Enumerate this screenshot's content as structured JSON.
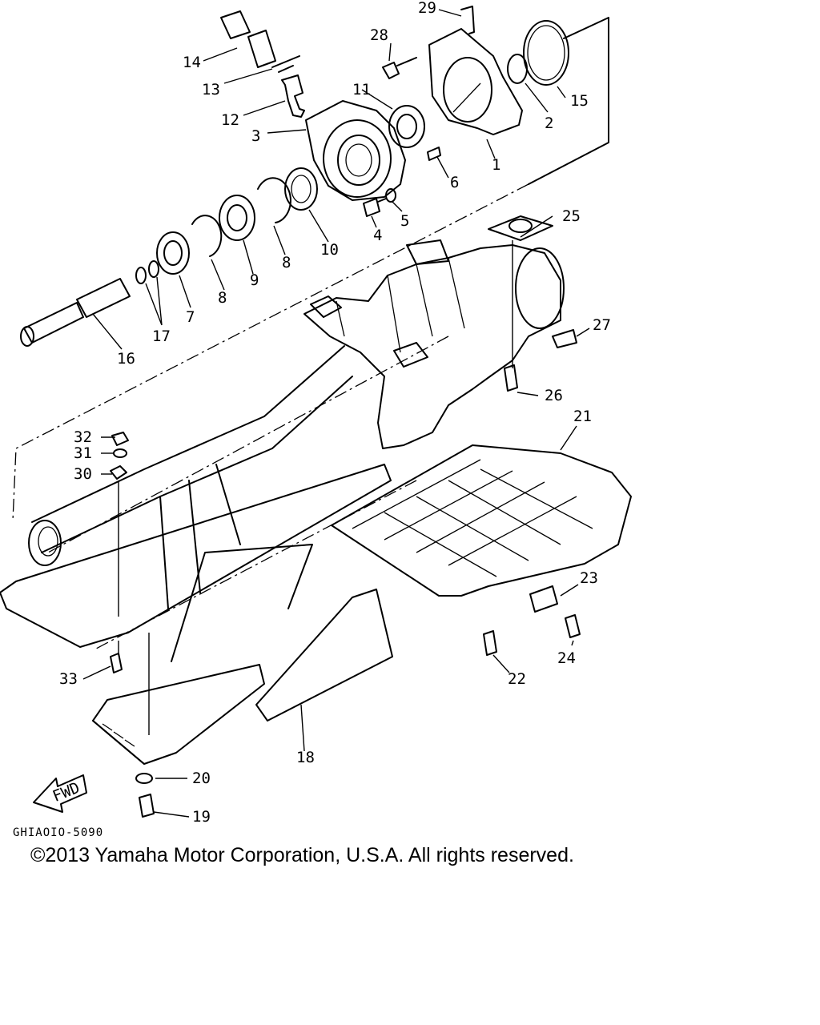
{
  "diagram": {
    "figure_code": "GHIAOIO-5090",
    "copyright": "©2013 Yamaha Motor Corporation, U.S.A. All rights reserved.",
    "fwd_label": "FWD",
    "callouts": {
      "c1": "1",
      "c2": "2",
      "c3": "3",
      "c4": "4",
      "c5": "5",
      "c6": "6",
      "c7": "7",
      "c8a": "8",
      "c8b": "8",
      "c9": "9",
      "c10": "10",
      "c11": "11",
      "c12": "12",
      "c13": "13",
      "c14": "14",
      "c15": "15",
      "c16": "16",
      "c17": "17",
      "c18": "18",
      "c19": "19",
      "c20": "20",
      "c21": "21",
      "c22": "22",
      "c23": "23",
      "c24": "24",
      "c25": "25",
      "c26": "26",
      "c27": "27",
      "c28": "28",
      "c29": "29",
      "c30": "30",
      "c31": "31",
      "c32": "32",
      "c33": "33"
    }
  }
}
